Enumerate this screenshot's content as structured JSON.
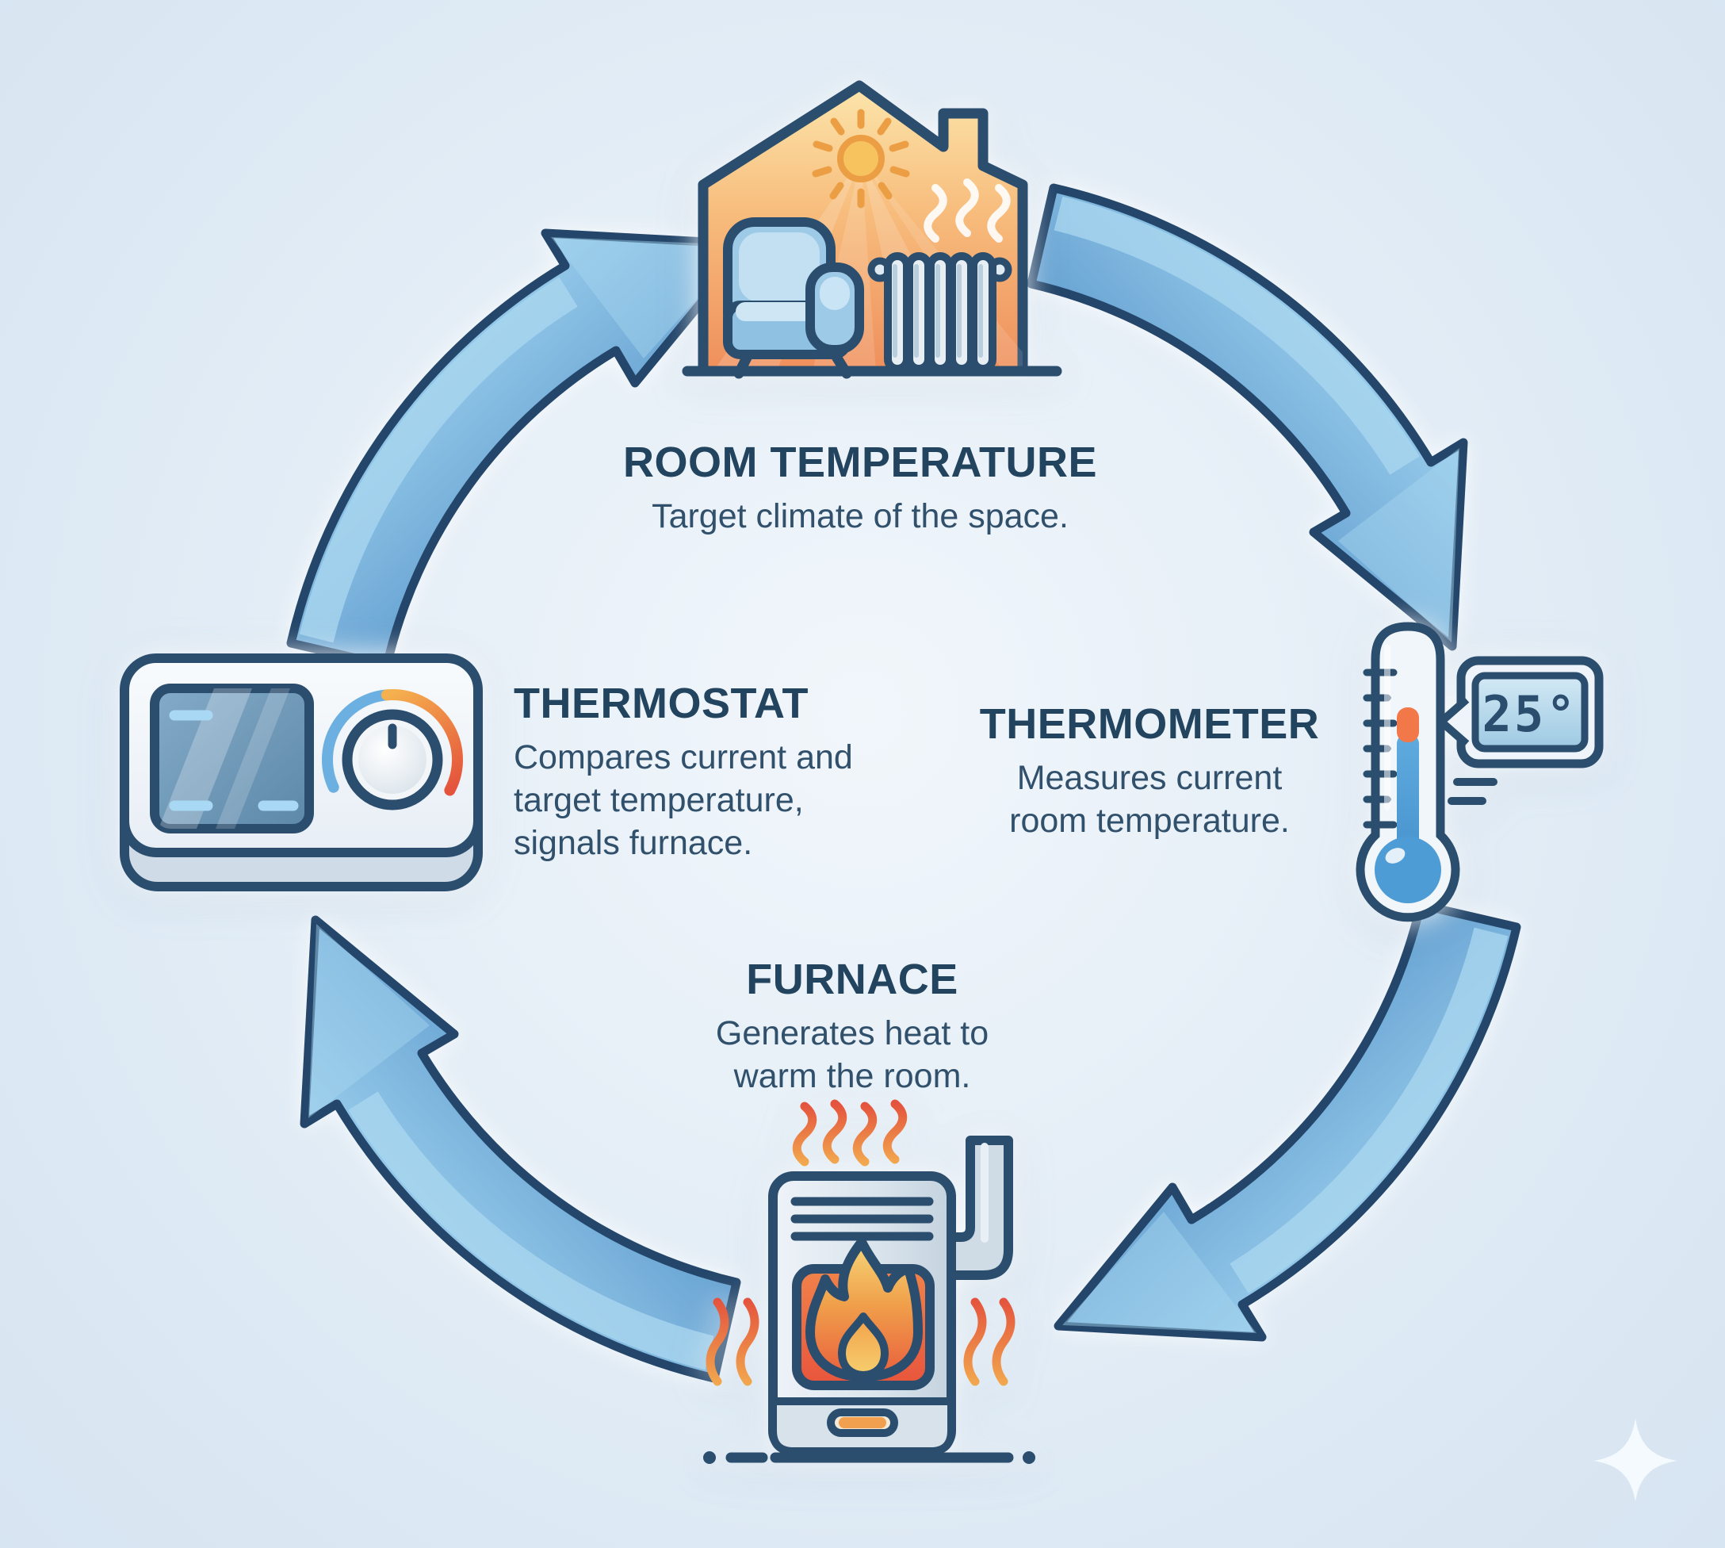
{
  "palette": {
    "background": "#dfeaf5",
    "outline_navy": "#27496b",
    "arrow_light": "#9ed1ee",
    "arrow_dark": "#4f8ec6",
    "title_text": "#23445f",
    "body_text": "#31506b",
    "warm_orange": "#f0a14b",
    "warm_red": "#e8583d",
    "cool_blue": "#5ba0dc",
    "house_warm_top": "#fbe2a6",
    "house_warm_bottom": "#ef8f5b"
  },
  "cycle": {
    "type": "circular-feedback-loop",
    "direction": "clockwise",
    "arrow_count": 4,
    "steps": [
      {
        "id": "room_temperature",
        "position": "top",
        "icon": "house-room-icon",
        "title": "ROOM TEMPERATURE",
        "description_lines": [
          "Target climate of the space."
        ]
      },
      {
        "id": "thermometer",
        "position": "right",
        "icon": "thermometer-icon",
        "title": "THERMOMETER",
        "description_lines": [
          "Measures current",
          "room temperature."
        ],
        "display_value": "25°"
      },
      {
        "id": "furnace",
        "position": "bottom",
        "icon": "furnace-icon",
        "title": "FURNACE",
        "description_lines": [
          "Generates heat to",
          "warm the room."
        ]
      },
      {
        "id": "thermostat",
        "position": "left",
        "icon": "thermostat-icon",
        "title": "THERMOSTAT",
        "description_lines": [
          "Compares current and",
          "target temperature,",
          "signals furnace."
        ]
      }
    ]
  },
  "watermark": {
    "icon": "sparkle-icon"
  }
}
